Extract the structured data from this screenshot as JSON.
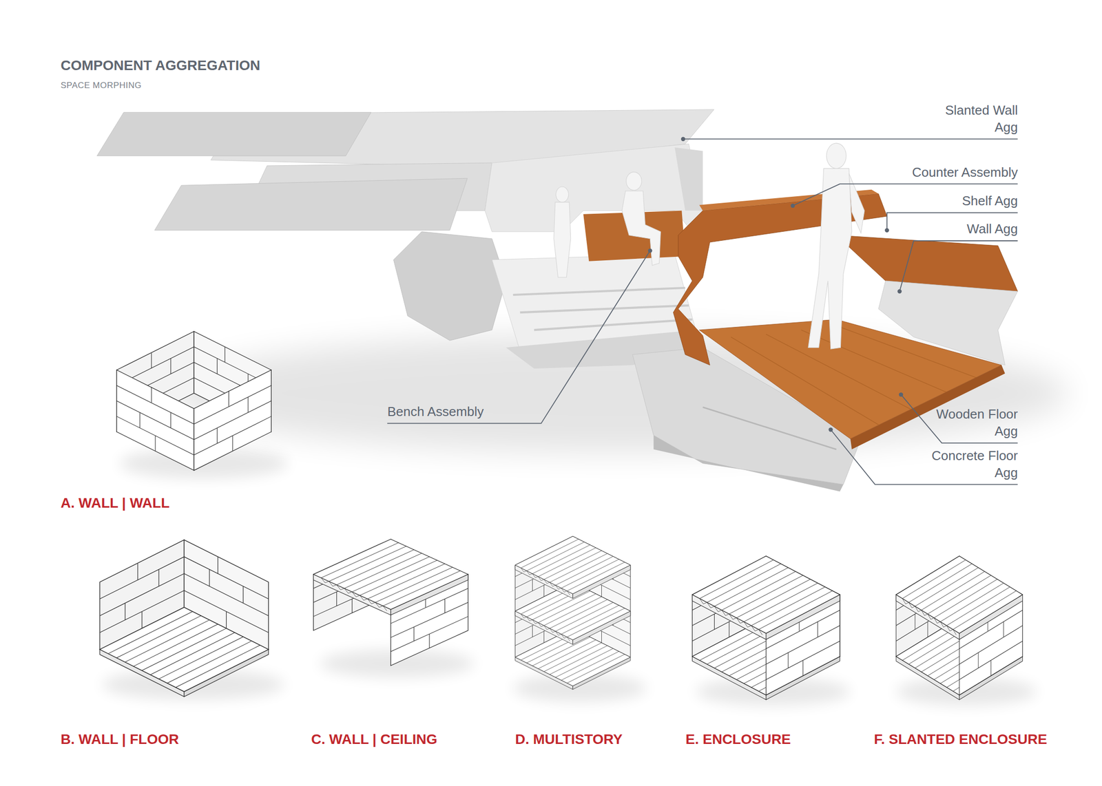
{
  "diagram": {
    "title": "COMPONENT AGGREGATION",
    "labels": [
      "SPACE MORPHING",
      "Slanted Wall Agg",
      "Counter Assembly",
      "Shelf Agg",
      "Wall Agg",
      "Bench Assembly",
      "Wooden Floor Agg",
      "Concrete Floor Agg",
      "A. WALL | WALL",
      "B. WALL | FLOOR",
      "C. WALL | CEILING",
      "D. MULTISTORY",
      "E. ENCLOSURE",
      "F. SLANTED ENCLOSURE"
    ]
  }
}
